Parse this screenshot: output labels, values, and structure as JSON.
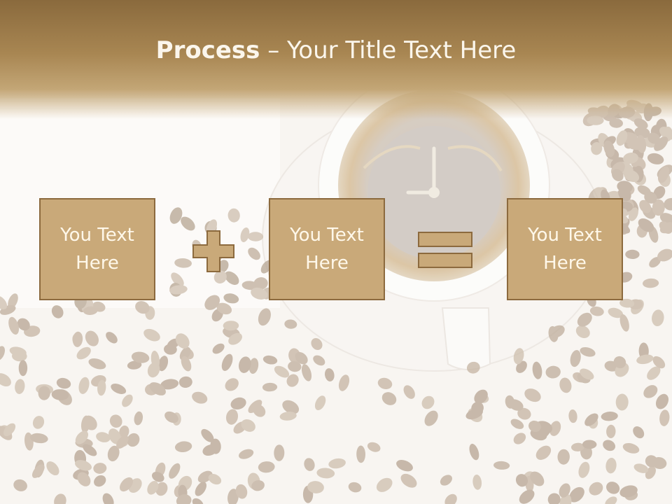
{
  "slide": {
    "title_bold": "Process",
    "title_sep": " – ",
    "title_rest": "Your Title Text Here"
  },
  "process": {
    "steps": [
      {
        "label": "You Text Here"
      },
      {
        "label": "You Text Here"
      },
      {
        "label": "You Text Here"
      }
    ],
    "operators": [
      "plus",
      "equals"
    ]
  },
  "colors": {
    "header": "#a88652",
    "box_fill": "#c9a979",
    "box_border": "#8c6a3e",
    "text_light": "#fbf6ec",
    "background": "#f4efe8"
  },
  "background_image": "coffee-cup-and-beans-photo"
}
